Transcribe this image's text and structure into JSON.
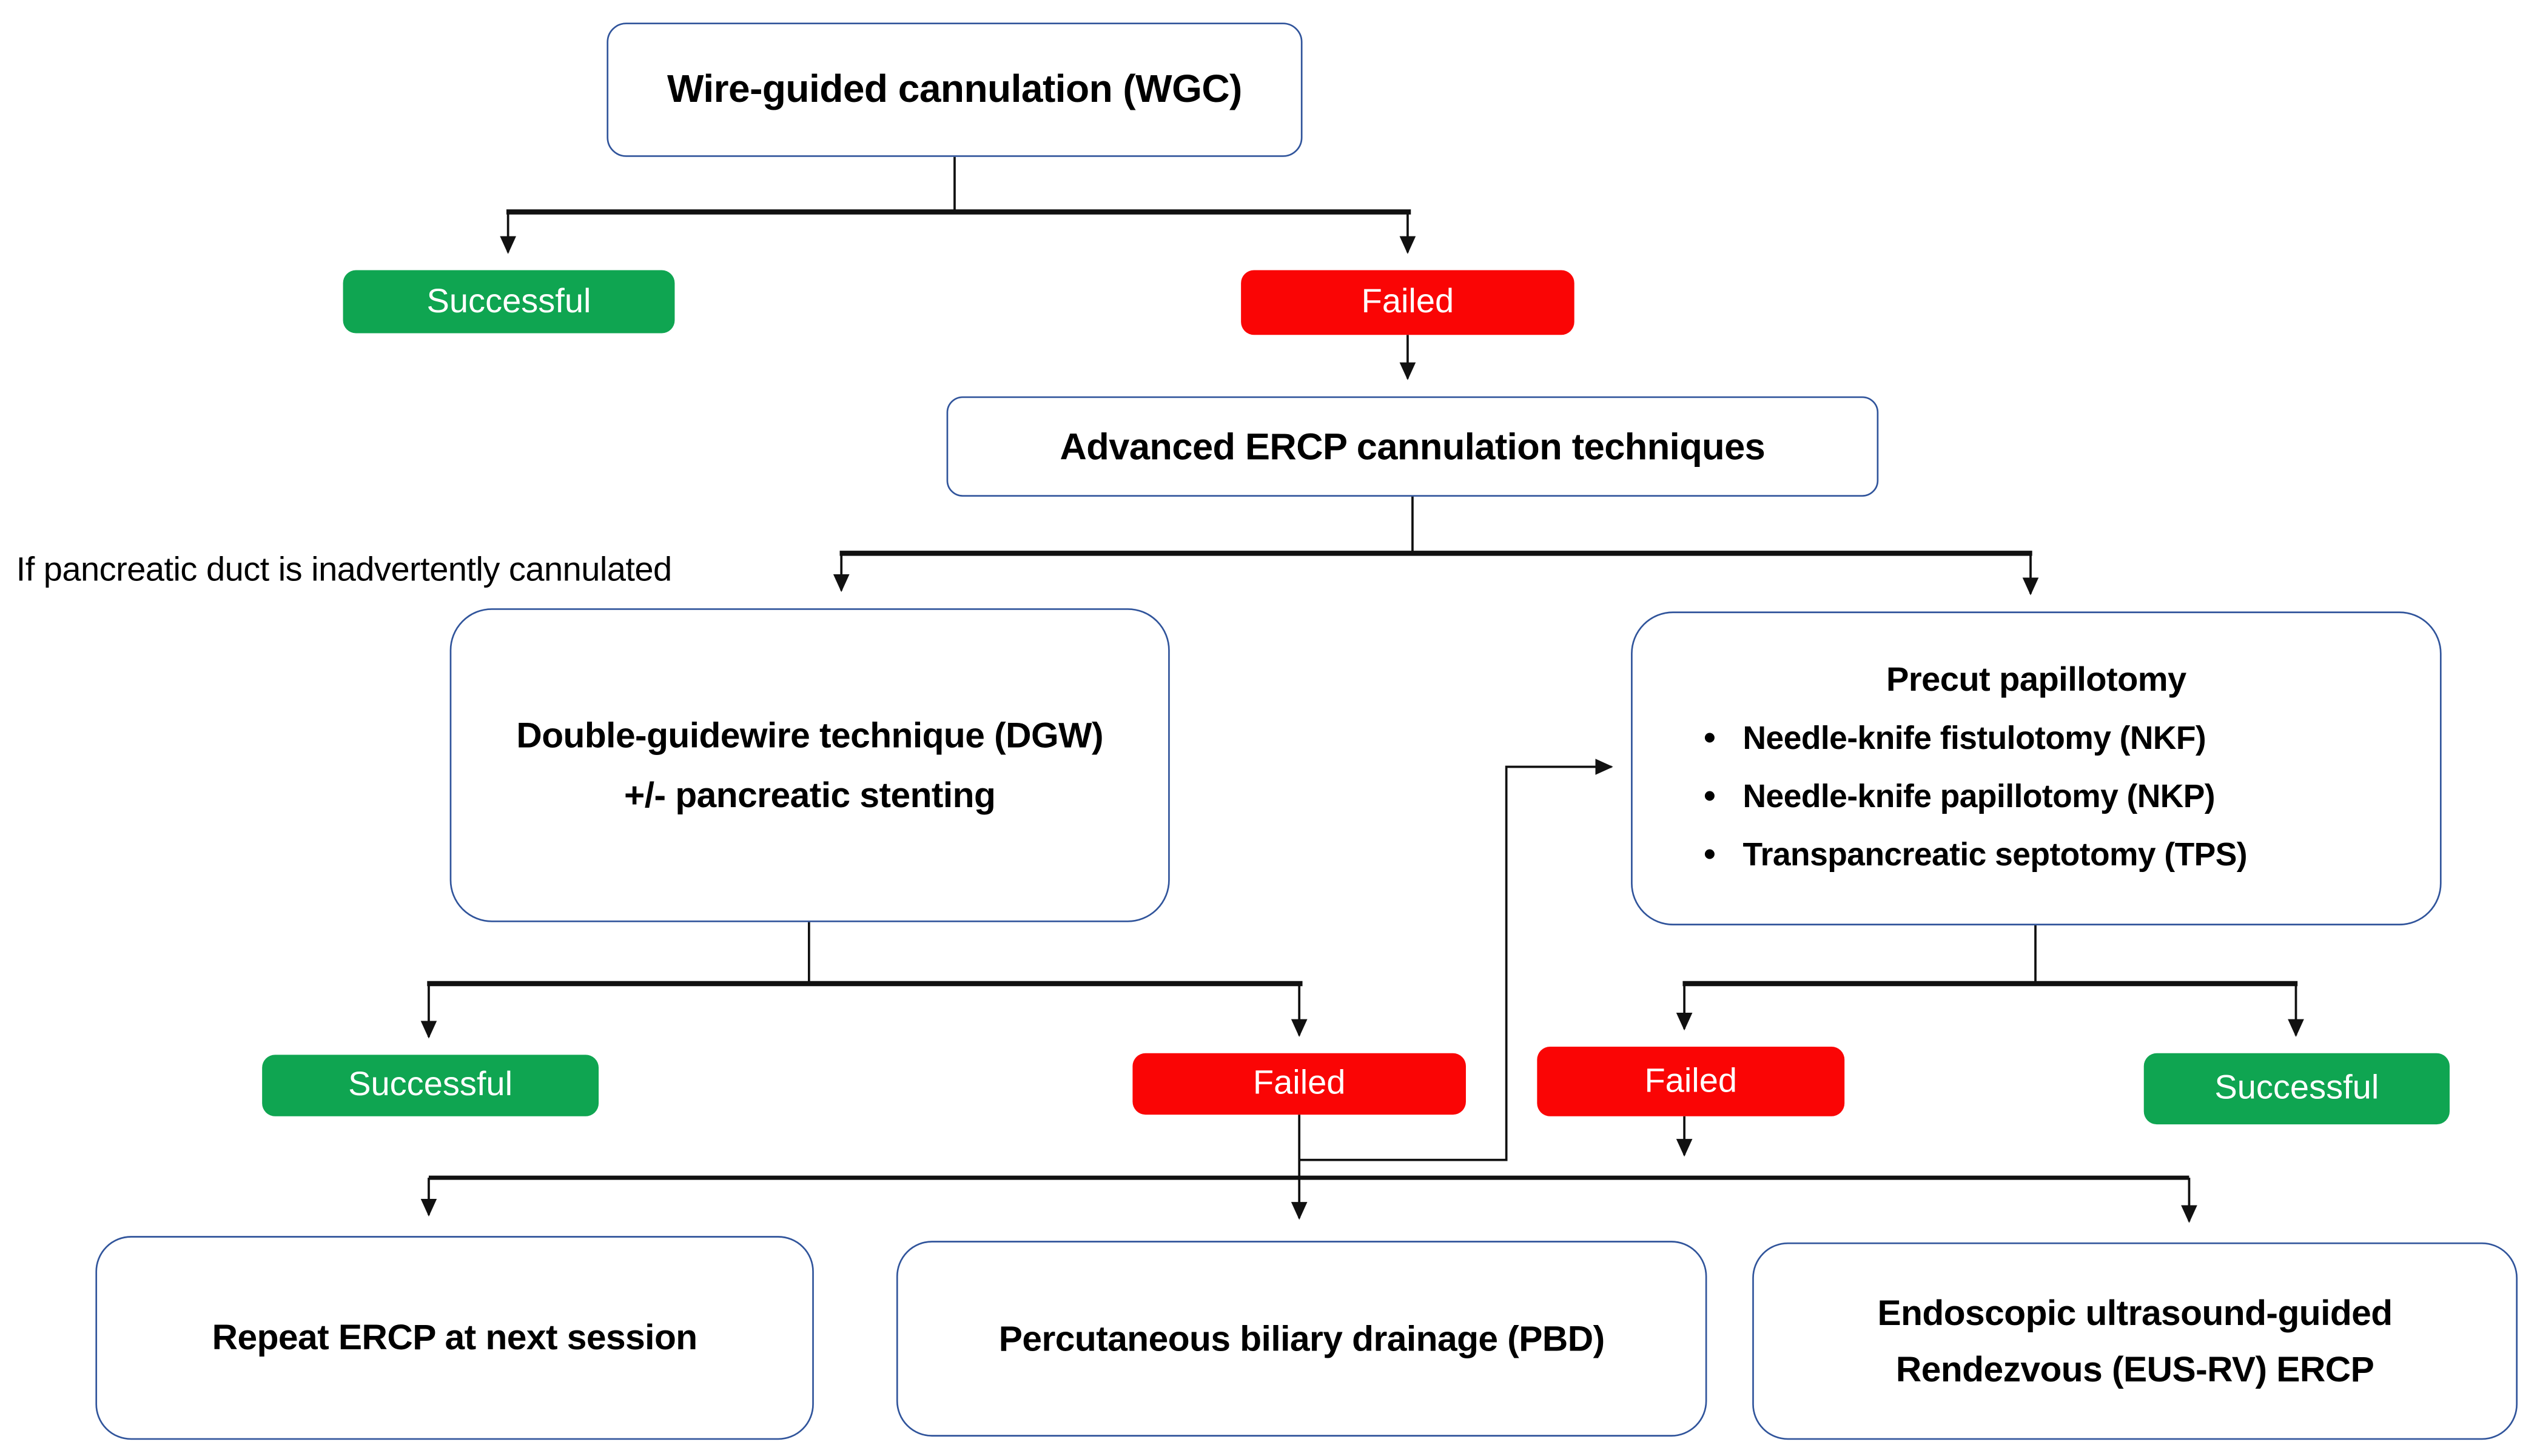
{
  "colors": {
    "success_green": "#0FA551",
    "failure_red": "#FA0505",
    "box_border_blue": "#30549B",
    "connector_black": "#111111"
  },
  "nodes": {
    "wgc": {
      "label": "Wire-guided cannulation (WGC)"
    },
    "success_wgc": {
      "label": "Successful"
    },
    "failed_wgc": {
      "label": "Failed"
    },
    "advanced": {
      "label": "Advanced ERCP cannulation techniques"
    },
    "pd_annotation": {
      "label": "If pancreatic duct is inadvertently cannulated"
    },
    "dgw": {
      "line1": "Double-guidewire technique (DGW)",
      "line2": "+/- pancreatic stenting"
    },
    "precut": {
      "title": "Precut papillotomy",
      "bullets": [
        "Needle-knife fistulotomy (NKF)",
        "Needle-knife papillotomy (NKP)",
        "Transpancreatic septotomy (TPS)"
      ]
    },
    "success_dgw": {
      "label": "Successful"
    },
    "failed_dgw": {
      "label": "Failed"
    },
    "failed_precut": {
      "label": "Failed"
    },
    "success_precut": {
      "label": "Successful"
    },
    "repeat_ercp": {
      "label": "Repeat ERCP at next session"
    },
    "pbd": {
      "label": "Percutaneous biliary drainage (PBD)"
    },
    "eus_rv": {
      "line1": "Endoscopic ultrasound-guided",
      "line2": "Rendezvous (EUS-RV) ERCP"
    }
  }
}
